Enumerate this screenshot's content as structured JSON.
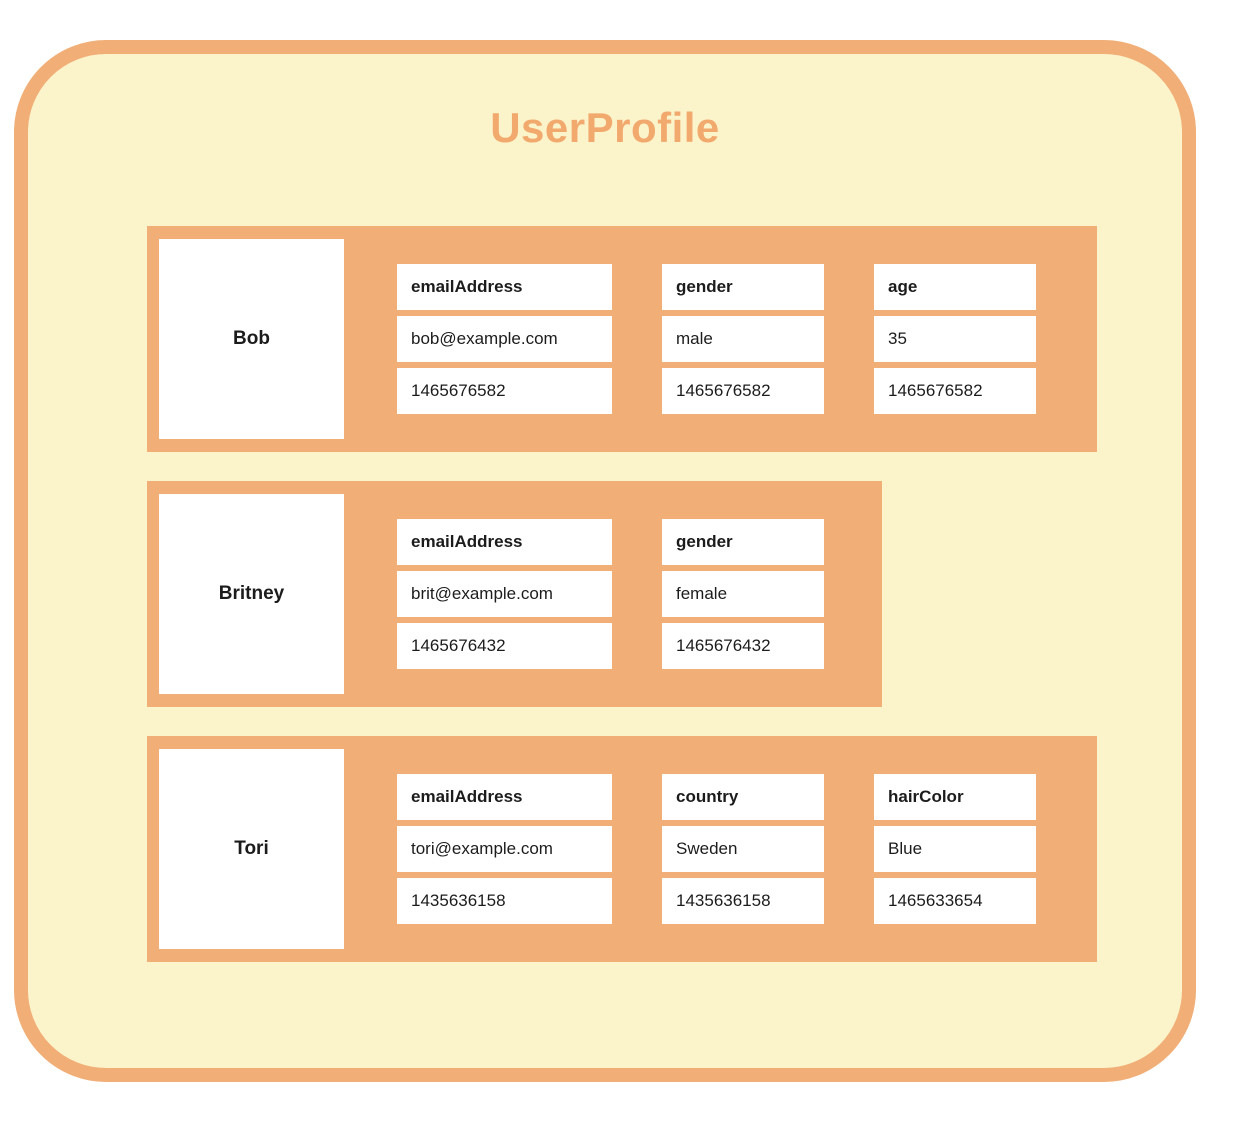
{
  "diagram": {
    "title": "UserProfile",
    "colors": {
      "band_orange": "#F1AE76",
      "background_cream": "#FBF3CA",
      "title_orange": "#F2A96D",
      "cell_white": "#FFFFFF",
      "text_black": "#1C1C1C"
    },
    "rows": [
      {
        "key": "Bob",
        "columns": [
          {
            "name": "emailAddress",
            "value": "bob@example.com",
            "timestamp": "1465676582"
          },
          {
            "name": "gender",
            "value": "male",
            "timestamp": "1465676582"
          },
          {
            "name": "age",
            "value": "35",
            "timestamp": "1465676582"
          }
        ]
      },
      {
        "key": "Britney",
        "columns": [
          {
            "name": "emailAddress",
            "value": "brit@example.com",
            "timestamp": "1465676432"
          },
          {
            "name": "gender",
            "value": "female",
            "timestamp": "1465676432"
          }
        ]
      },
      {
        "key": "Tori",
        "columns": [
          {
            "name": "emailAddress",
            "value": "tori@example.com",
            "timestamp": "1435636158"
          },
          {
            "name": "country",
            "value": "Sweden",
            "timestamp": "1435636158"
          },
          {
            "name": "hairColor",
            "value": "Blue",
            "timestamp": "1465633654"
          }
        ]
      }
    ]
  }
}
